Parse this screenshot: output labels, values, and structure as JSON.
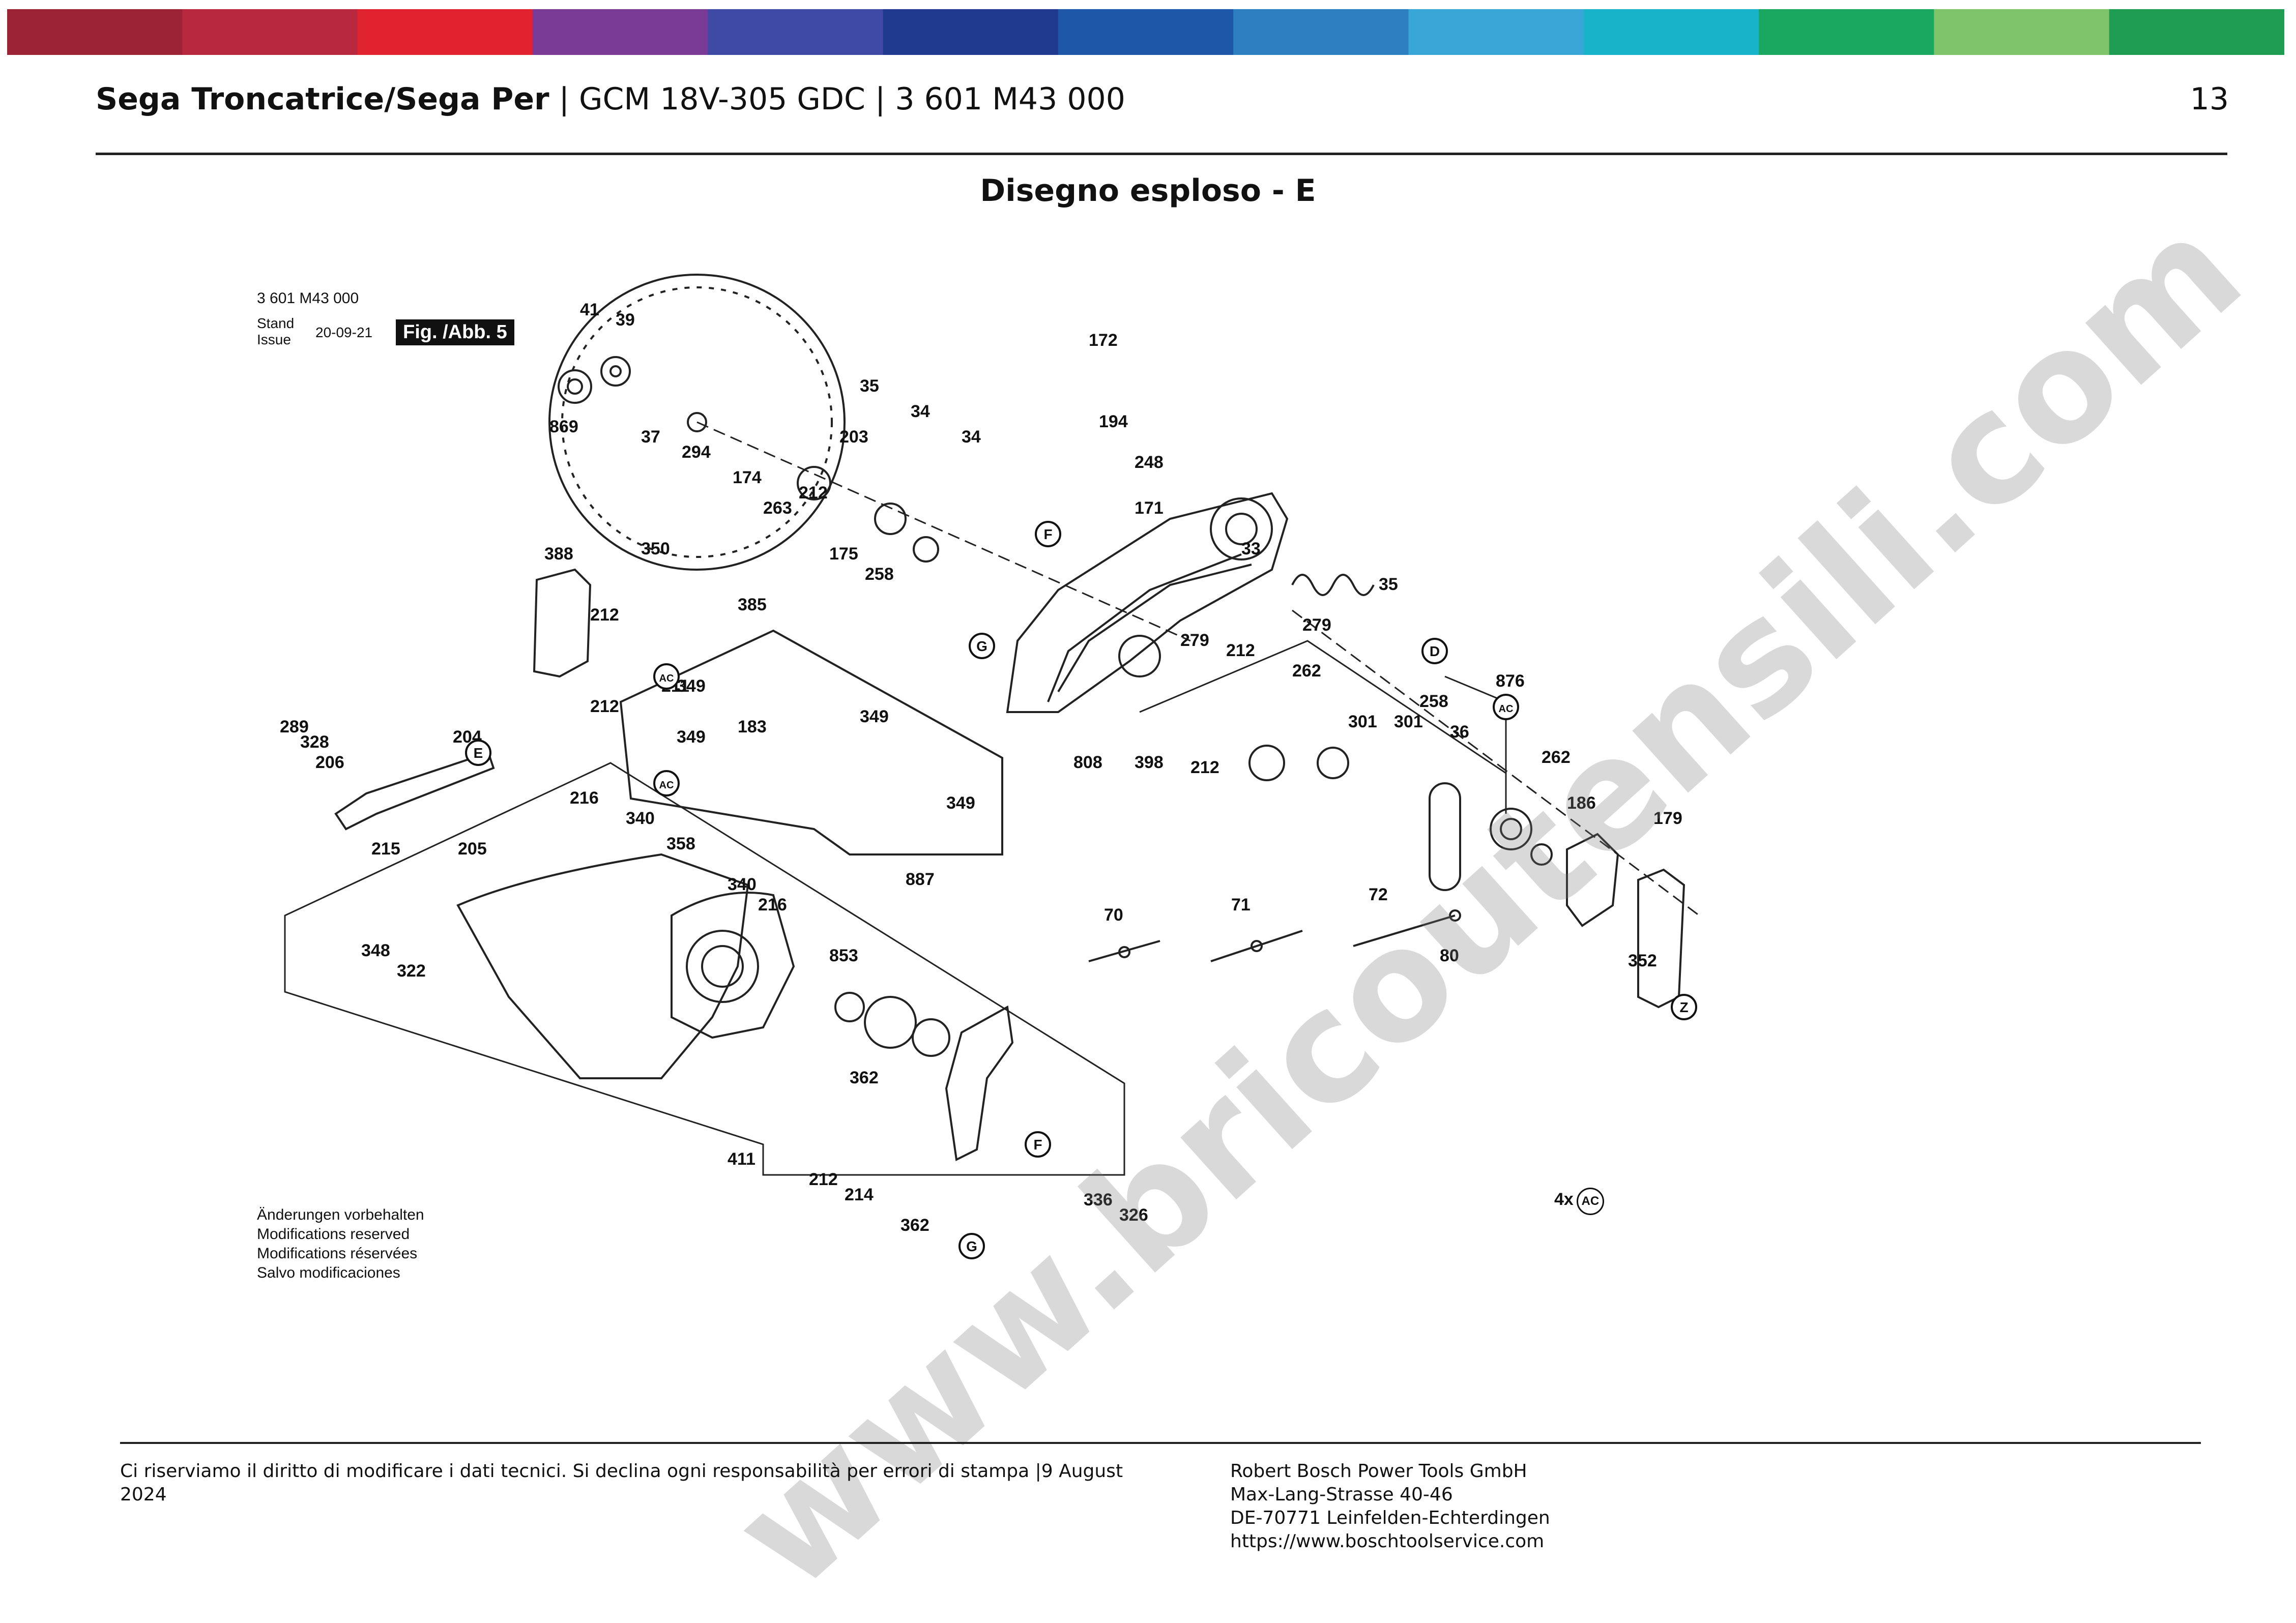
{
  "brand_bar": {
    "colors": [
      "#9b2335",
      "#b8283e",
      "#e0232f",
      "#7a3b97",
      "#3f4aa6",
      "#1f3a8f",
      "#1e56a8",
      "#2e7fc2",
      "#38a6d6",
      "#19b3c9",
      "#1aa760",
      "#7fc36b",
      "#1f9d52"
    ]
  },
  "header": {
    "title_bold": "Sega Troncatrice/Sega Per",
    "title_rest": " | GCM 18V-305 GDC | 3 601 M43 000",
    "page_number": "13"
  },
  "section_title": "Disegno esploso - E",
  "drawing": {
    "code": "3 601 M43 000",
    "stand": "Stand",
    "issue": "Issue",
    "date": "20-09-21",
    "fig_label": "Fig. /Abb. 5",
    "notes": [
      "Änderungen vorbehalten",
      "Modifications reserved",
      "Modifications réservées",
      "Salvo modificaciones"
    ],
    "qty_prefix": "4x",
    "qty_ref": "AC",
    "part_labels": [
      "41",
      "39",
      "869",
      "37",
      "294",
      "174",
      "263",
      "350",
      "203",
      "212",
      "35",
      "34",
      "34",
      "172",
      "194",
      "248",
      "171",
      "175",
      "258",
      "33",
      "35",
      "388",
      "212",
      "212",
      "385",
      "349",
      "183",
      "349",
      "349",
      "349",
      "887",
      "211",
      "204",
      "289",
      "328",
      "206",
      "215",
      "205",
      "216",
      "340",
      "358",
      "340",
      "216",
      "348",
      "322",
      "853",
      "362",
      "411",
      "212",
      "214",
      "362",
      "336",
      "326",
      "808",
      "398",
      "212",
      "279",
      "212",
      "279",
      "262",
      "301",
      "301",
      "258",
      "36",
      "876",
      "262",
      "186",
      "179",
      "352",
      "70",
      "71",
      "72",
      "80"
    ],
    "ref_letters": [
      "F",
      "G",
      "D",
      "E",
      "AC",
      "AC",
      "AC",
      "F",
      "G",
      "Z"
    ]
  },
  "watermark": "www.bricoutensili.com",
  "footer": {
    "disclaimer": "Ci riserviamo il diritto di modificare i dati tecnici. Si declina ogni responsabilità per errori di stampa |9 August 2024",
    "company": "Robert Bosch Power Tools GmbH",
    "street": "Max-Lang-Strasse 40-46",
    "city": "DE-70771 Leinfelden-Echterdingen",
    "url": "https://www.boschtoolservice.com"
  }
}
